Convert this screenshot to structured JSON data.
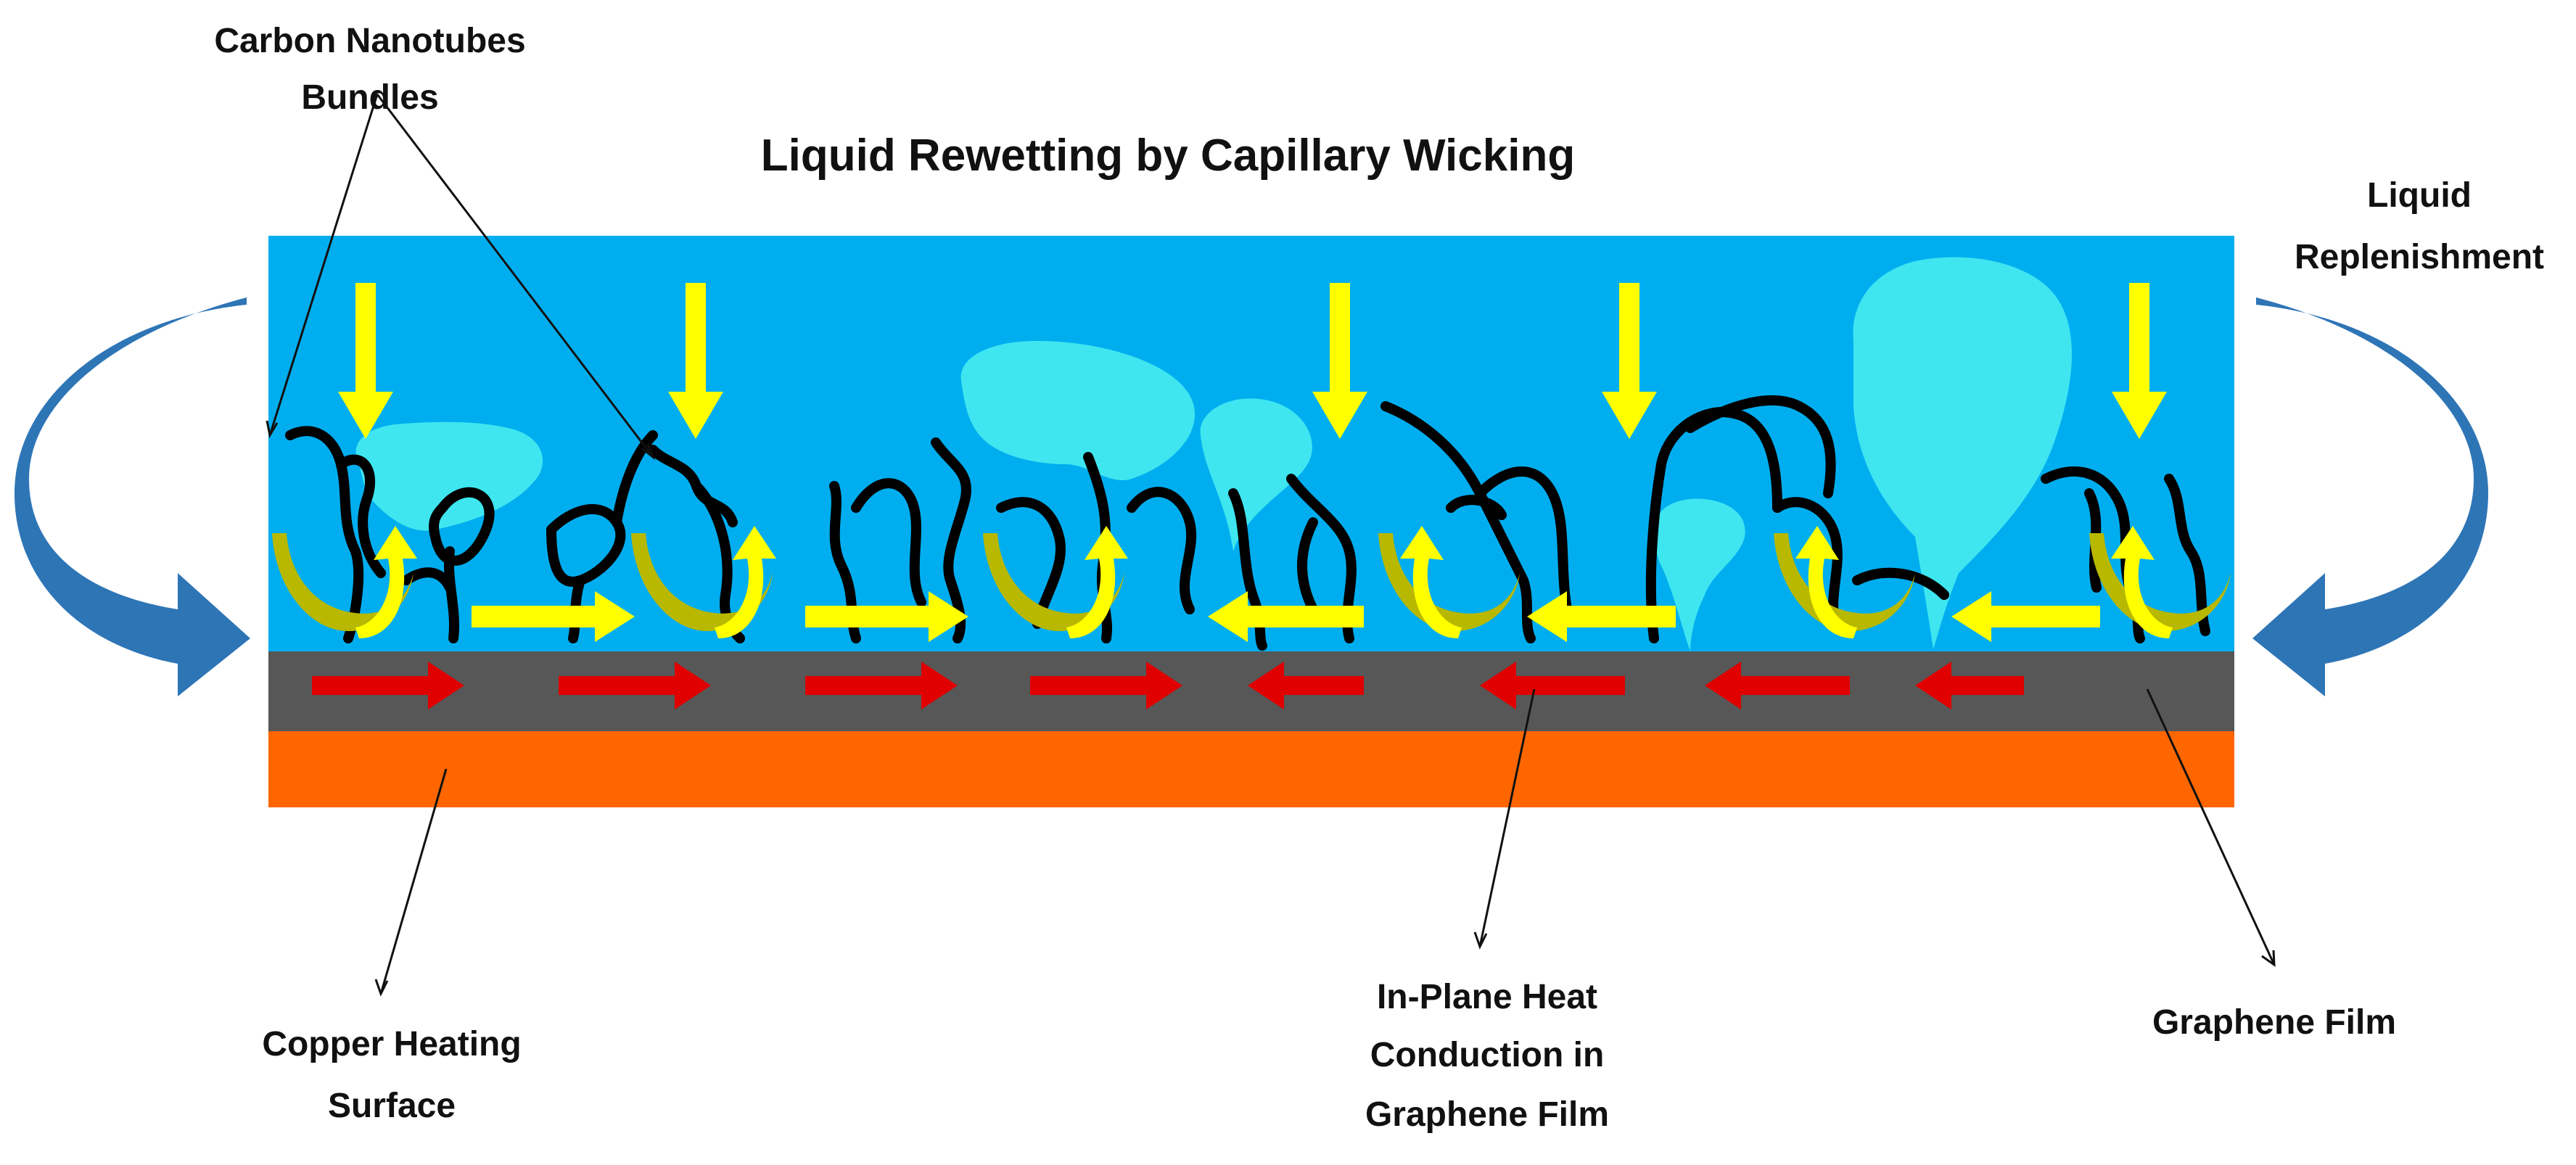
{
  "title": "Liquid Rewetting by Capillary Wicking",
  "labels": {
    "cnt_line1": "Carbon Nanotubes",
    "cnt_line2": "Bundles",
    "replenish_line1": "Liquid",
    "replenish_line2": "Replenishment",
    "copper_line1": "Copper Heating",
    "copper_line2": "Surface",
    "heat_line1": "In-Plane Heat",
    "heat_line2": "Conduction in",
    "heat_line3": "Graphene Film",
    "graphene": "Graphene Film"
  },
  "colors": {
    "liquid": "#00AEEF",
    "droplet": "#3FE6F0",
    "graphene": "#575757",
    "copper": "#FF6600",
    "nanotube": "#000000",
    "capillary_arrow": "#FFFF00",
    "wick_arc": "#B8B800",
    "heat_arrow": "#E00000",
    "replenish_arrow": "#2E75B6"
  }
}
